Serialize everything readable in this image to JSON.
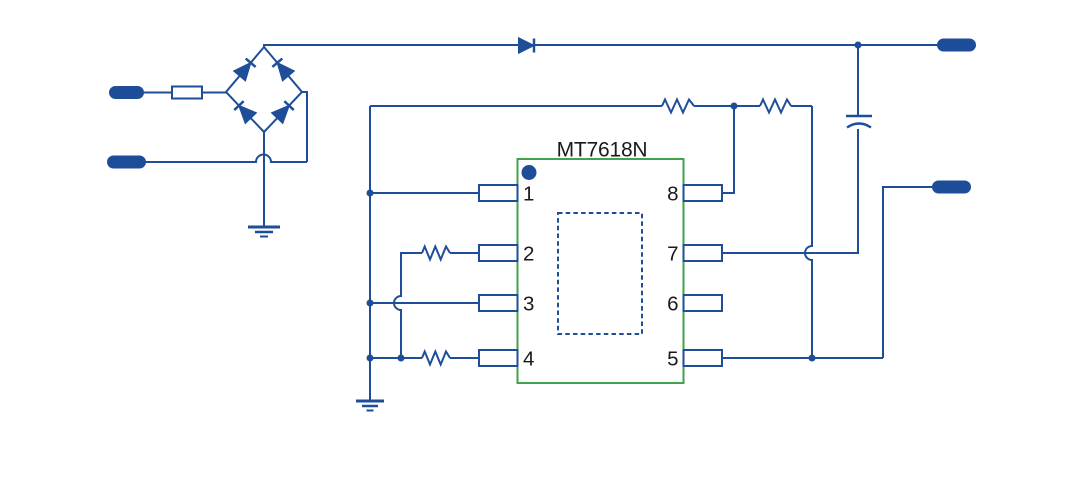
{
  "schematic": {
    "title": "MT7618N",
    "ic": {
      "label": "MT7618N",
      "left_pins": [
        "1",
        "2",
        "3",
        "4"
      ],
      "right_pins": [
        "8",
        "7",
        "6",
        "5"
      ]
    },
    "colors": {
      "wire_blue": "#1f4e99",
      "ic_green": "#43a24e",
      "text_black": "#1a1a1a",
      "background": "#ffffff"
    },
    "components": {
      "input_terminals": 2,
      "output_terminals": 2,
      "fuse": 1,
      "bridge_rectifier_diodes": 4,
      "series_diode": 1,
      "resistors": 4,
      "capacitor": 1,
      "ground_symbols": 2
    }
  }
}
